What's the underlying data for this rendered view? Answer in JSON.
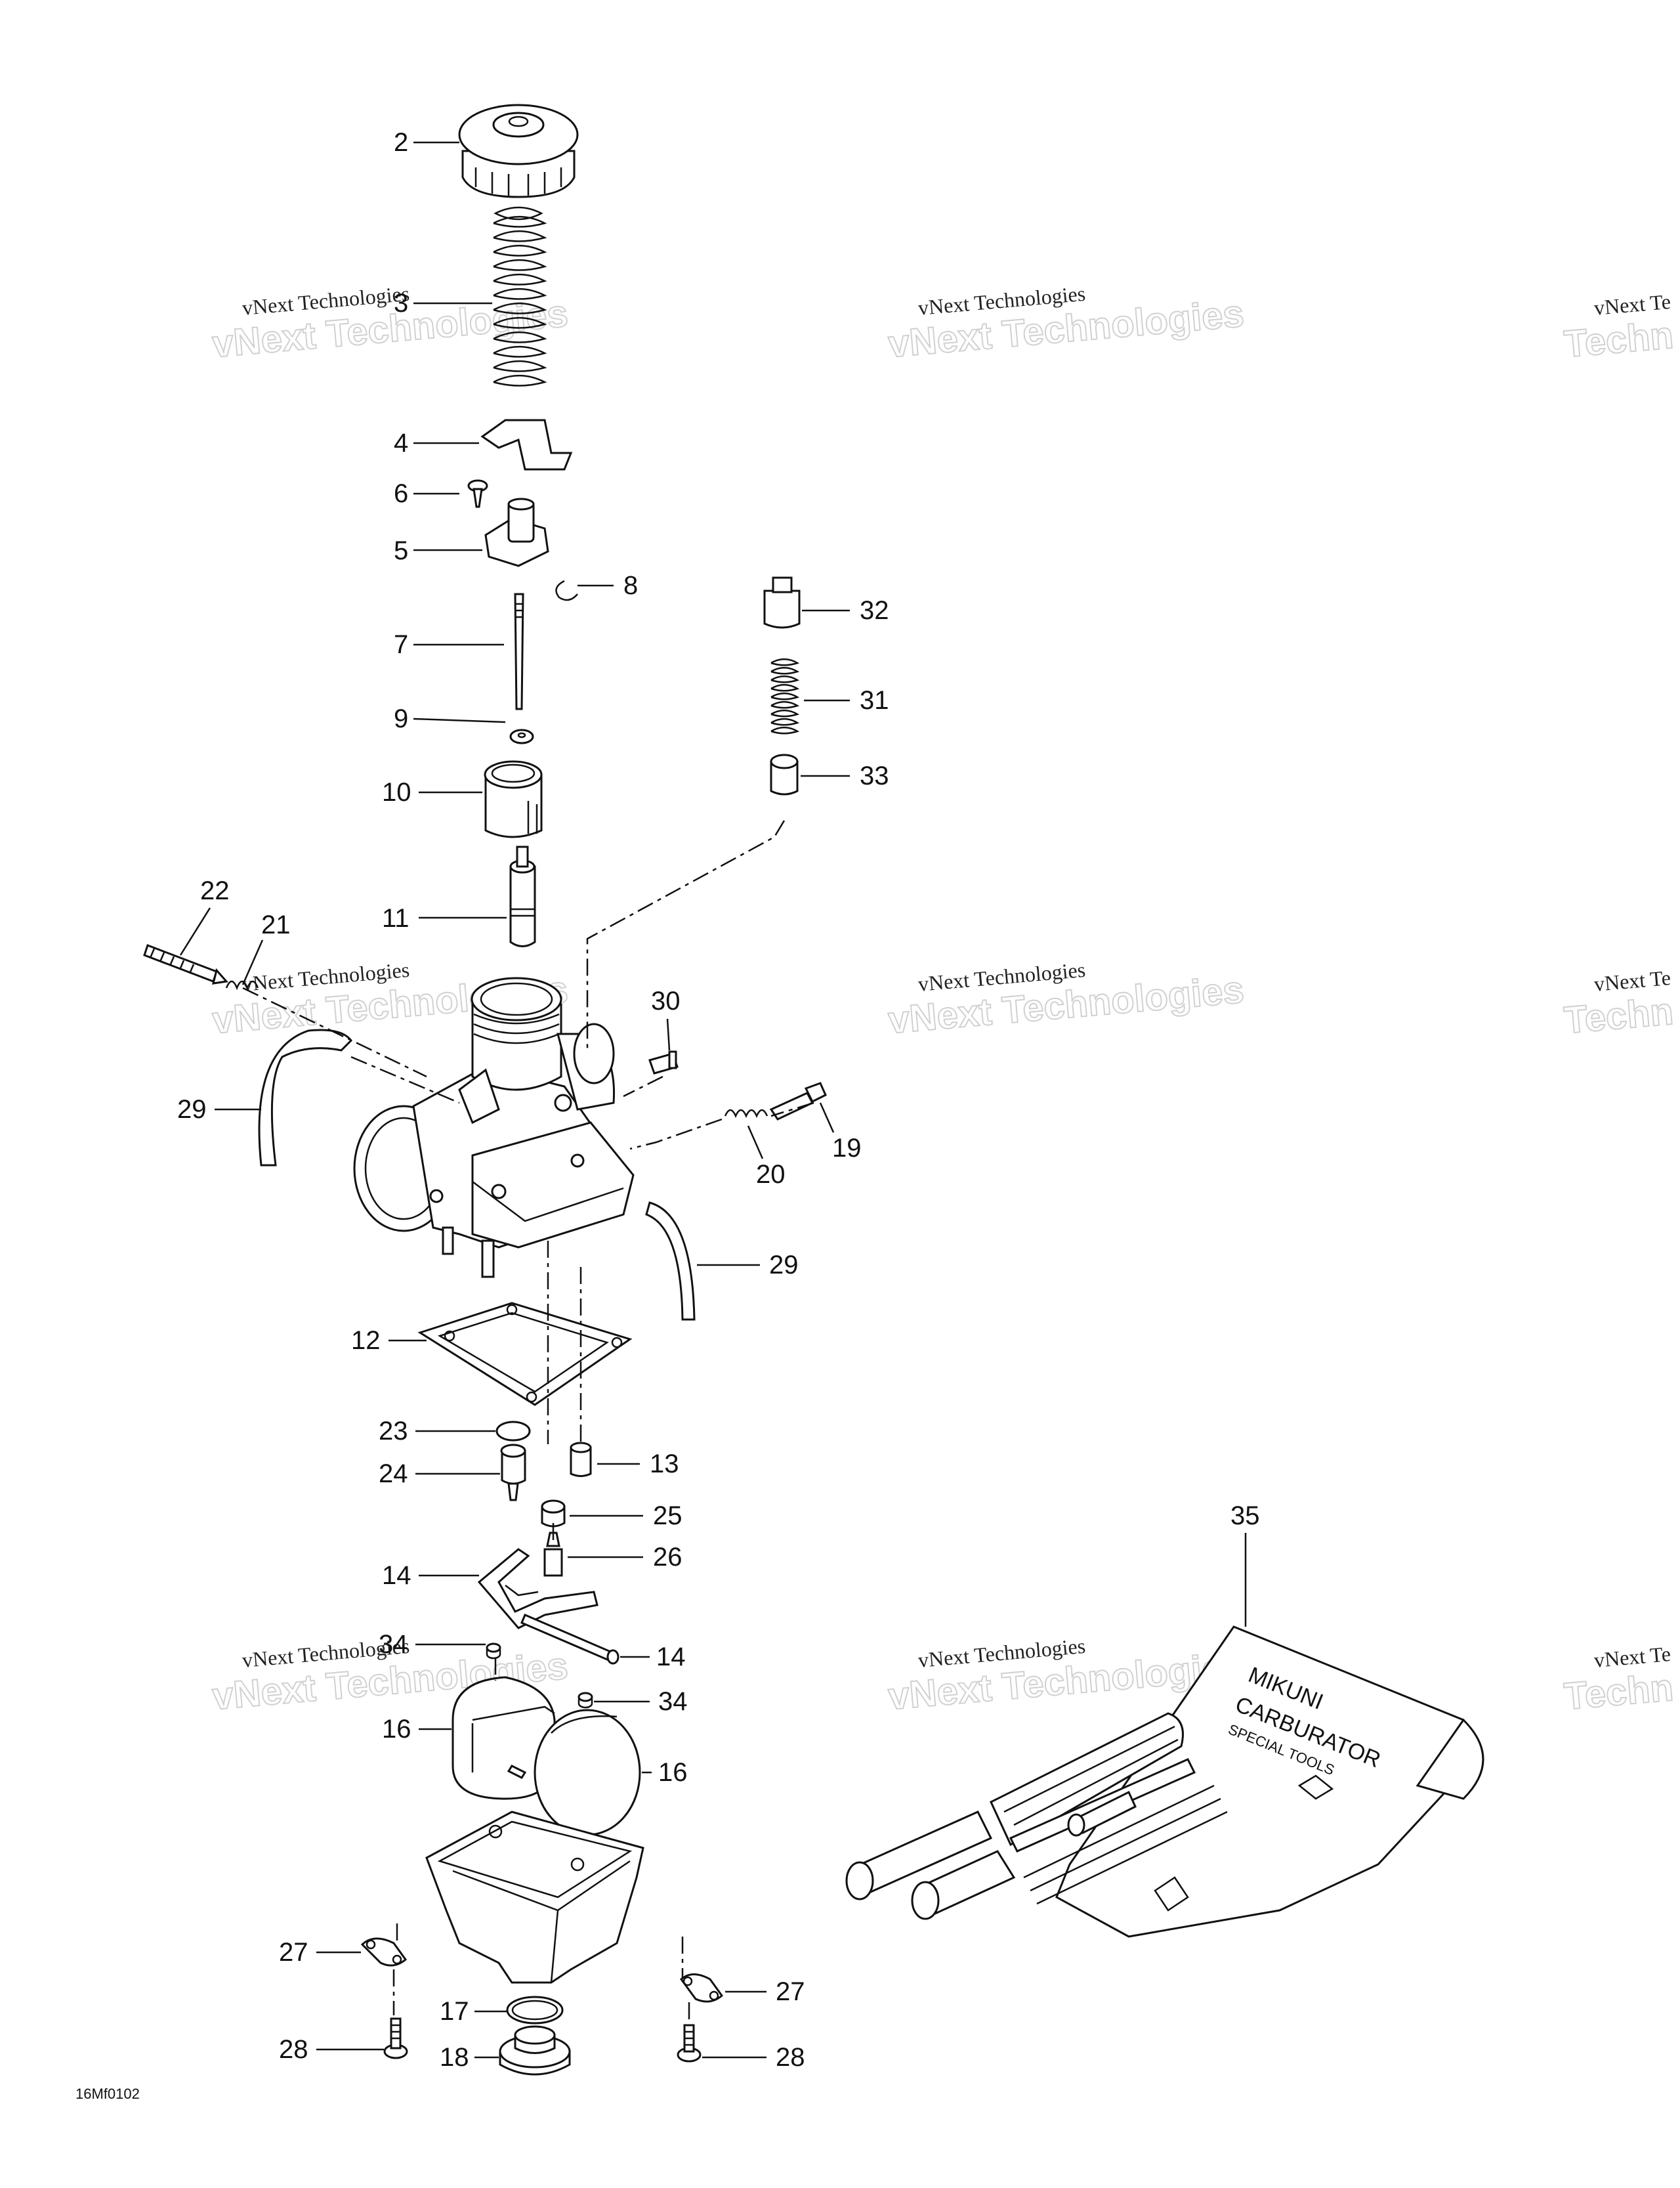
{
  "diagram": {
    "drawing_code": "16Mf0102",
    "callouts": [
      "2",
      "3",
      "4",
      "5",
      "6",
      "7",
      "8",
      "9",
      "10",
      "11",
      "12",
      "13",
      "14",
      "16",
      "17",
      "18",
      "19",
      "20",
      "21",
      "22",
      "23",
      "24",
      "25",
      "26",
      "27",
      "28",
      "29",
      "30",
      "31",
      "32",
      "33",
      "34",
      "35"
    ],
    "watermark": {
      "line1": "vNext Technologies",
      "line2": "vNext Technologies",
      "short_line1": "vNext Te",
      "short_line2": "Techn"
    },
    "tool_kit_text": {
      "line1": "MIKUNI",
      "line2": "CARBURATOR",
      "line3": "SPECIAL TOOLS"
    }
  }
}
